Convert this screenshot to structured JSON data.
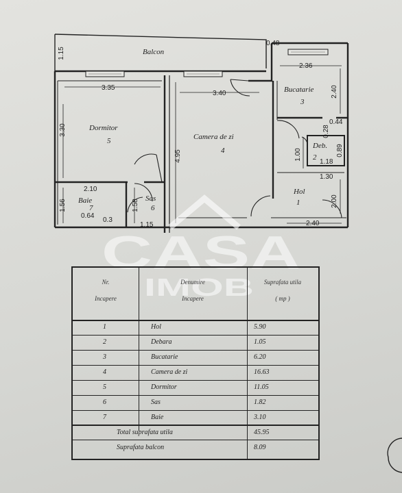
{
  "plan": {
    "balcony_label": "Balcon",
    "rooms": {
      "dormitor": {
        "name": "Dormitor",
        "number": "5"
      },
      "camera": {
        "name": "Camera de zi",
        "number": "4"
      },
      "bucatarie": {
        "name": "Bucatarie",
        "number": "3"
      },
      "debara": {
        "name": "Deb.",
        "number": "2"
      },
      "hol": {
        "name": "Hol",
        "number": "1"
      },
      "sas": {
        "name": "Sas",
        "number": "6"
      },
      "baie": {
        "name": "Baie",
        "number": "7"
      }
    },
    "dimensions": {
      "balcony_depth": "1.15",
      "balcony_side": "0.48",
      "kitchen_width": "2.36",
      "kitchen_depth": "2.40",
      "kitchen_wall": "0.44",
      "kitchen_small": "0.28",
      "bedroom_width": "3.35",
      "bedroom_depth": "3.30",
      "living_width": "3.40",
      "living_depth": "4.95",
      "storage_h": "1.00",
      "storage_w": "1.18",
      "storage_d": "0.89",
      "hall_top": "1.30",
      "hall_right": "2.00",
      "hall_bottom": "2.40",
      "bath_width": "2.10",
      "bath_depth": "1.56",
      "bath_small": "0.64",
      "bath_corner": "0.3",
      "sas_depth": "1.58",
      "sas_width": "1.15"
    }
  },
  "watermark": {
    "main": "CASA",
    "sub": "IMOB"
  },
  "legend": {
    "headers": {
      "nr_line1": "Nr.",
      "nr_line2": "Incapere",
      "name_line1": "Denumire",
      "name_line2": "Incapere",
      "area_line1": "Suprafata utila",
      "area_line2": "( mp )"
    },
    "rows": [
      {
        "nr": "1",
        "name": "Hol",
        "area": "5.90"
      },
      {
        "nr": "2",
        "name": "Debara",
        "area": "1.05"
      },
      {
        "nr": "3",
        "name": "Bucatarie",
        "area": "6.20"
      },
      {
        "nr": "4",
        "name": "Camera de zi",
        "area": "16.63"
      },
      {
        "nr": "5",
        "name": "Dormitor",
        "area": "11.05"
      },
      {
        "nr": "6",
        "name": "Sas",
        "area": "1.82"
      },
      {
        "nr": "7",
        "name": "Baie",
        "area": "3.10"
      }
    ],
    "total_useful_label": "Total suprafata utila",
    "total_useful_value": "45.95",
    "balcony_area_label": "Suprafata balcon",
    "balcony_area_value": "8.09"
  }
}
